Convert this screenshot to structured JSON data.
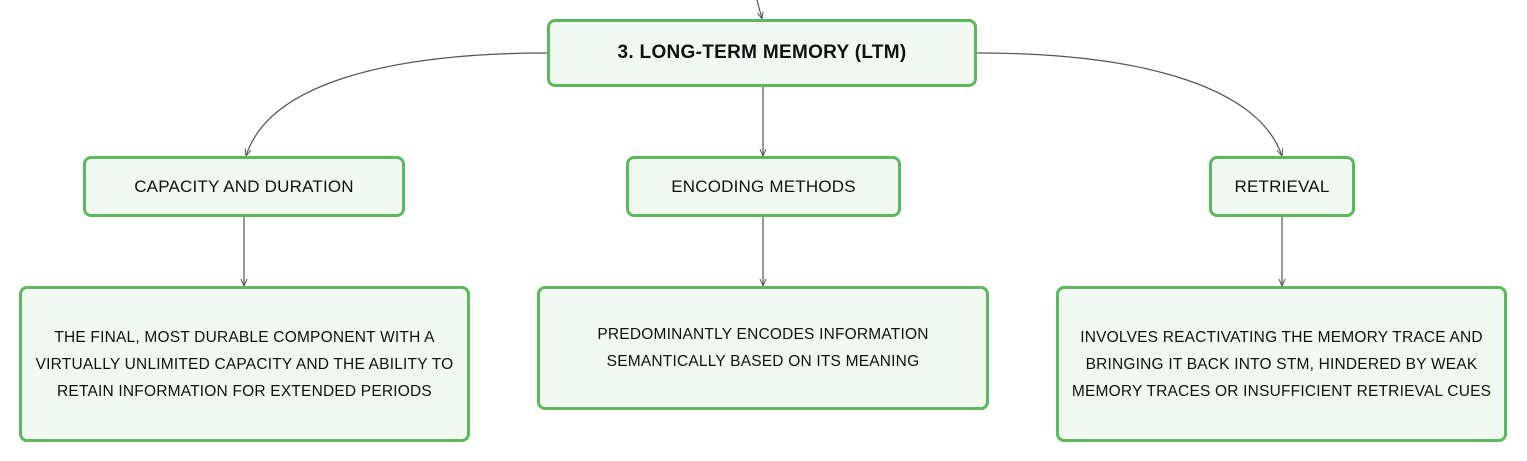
{
  "diagram": {
    "root": {
      "label": "3. LONG-TERM MEMORY (LTM)"
    },
    "branches": [
      {
        "label": "CAPACITY AND DURATION",
        "detail": "THE FINAL, MOST DURABLE COMPONENT WITH A VIRTUALLY UNLIMITED CAPACITY AND THE ABILITY TO RETAIN INFORMATION FOR EXTENDED PERIODS"
      },
      {
        "label": "ENCODING METHODS",
        "detail": "PREDOMINANTLY ENCODES INFORMATION SEMANTICALLY BASED ON ITS MEANING"
      },
      {
        "label": "RETRIEVAL",
        "detail": "INVOLVES REACTIVATING THE MEMORY TRACE AND BRINGING IT BACK INTO STM, HINDERED BY WEAK MEMORY TRACES OR INSUFFICIENT RETRIEVAL CUES"
      }
    ]
  },
  "colors": {
    "node_border": "#5cb85c",
    "node_fill": "#f1f8f1",
    "connector": "#555555"
  }
}
